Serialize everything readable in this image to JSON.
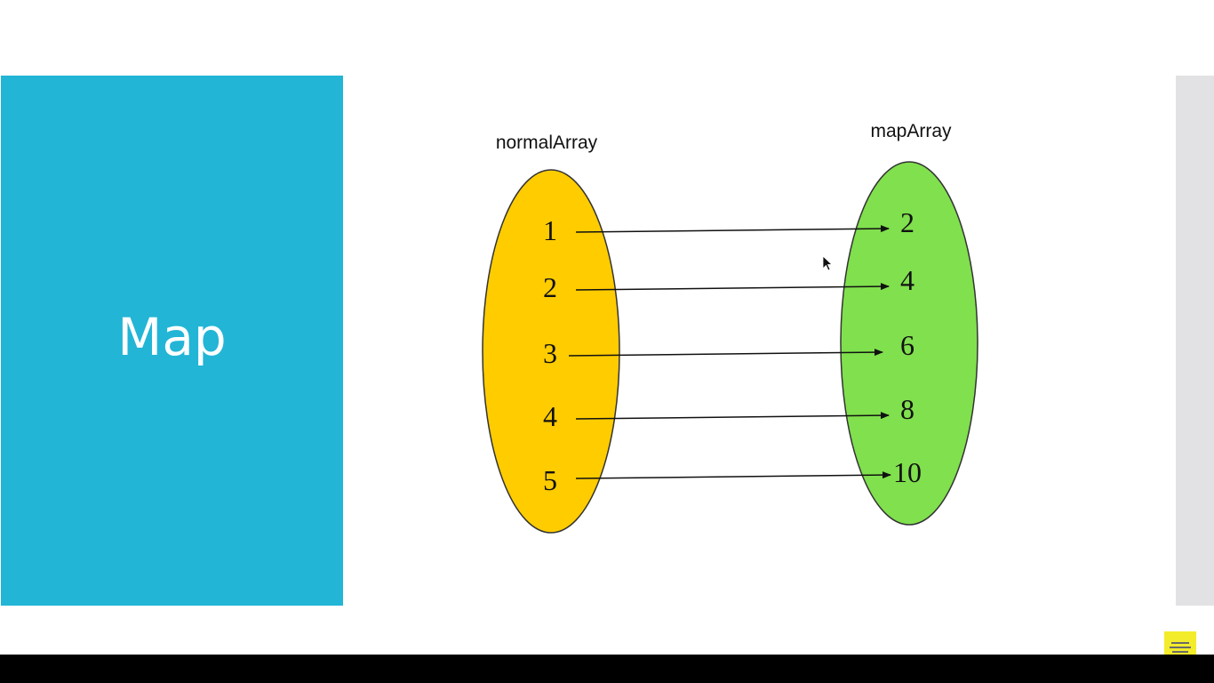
{
  "slide": {
    "title": "Map"
  },
  "diagram": {
    "left_set": {
      "label": "normalArray",
      "fill_color": "#ffcc00",
      "items": [
        "1",
        "2",
        "3",
        "4",
        "5"
      ]
    },
    "right_set": {
      "label": "mapArray",
      "fill_color": "#80e04d",
      "items": [
        "2",
        "4",
        "6",
        "8",
        "10"
      ]
    },
    "mapping": [
      {
        "from": "1",
        "to": "2"
      },
      {
        "from": "2",
        "to": "4"
      },
      {
        "from": "3",
        "to": "6"
      },
      {
        "from": "4",
        "to": "8"
      },
      {
        "from": "5",
        "to": "10"
      }
    ]
  },
  "colors": {
    "title_panel": "#22b5d6",
    "title_text": "#ffffff",
    "side_strip": "#e2e2e4",
    "watermark": "#f2ec2a"
  },
  "icons": {
    "cursor": "mouse-pointer-icon",
    "watermark": "channel-logo-icon"
  }
}
